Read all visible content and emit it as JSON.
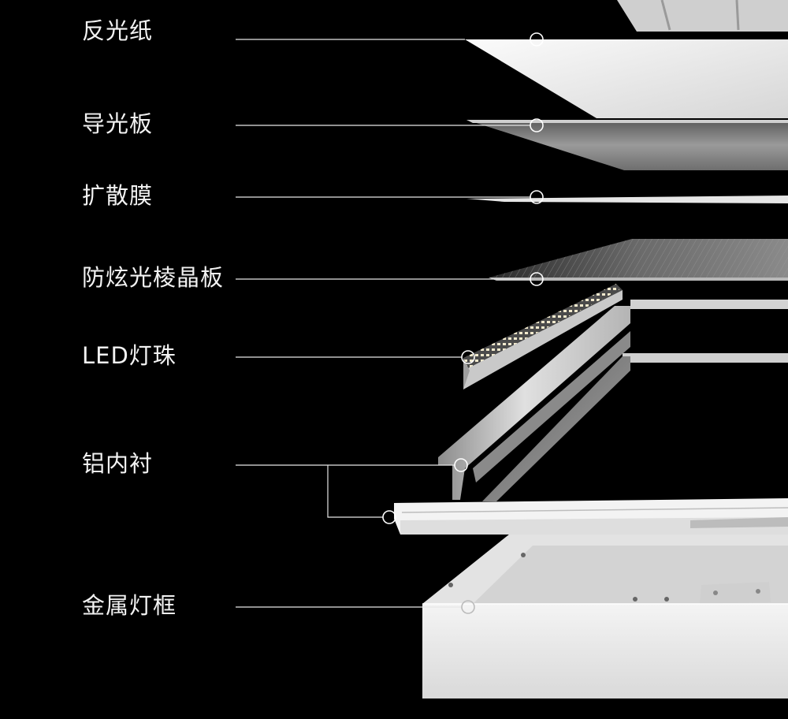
{
  "layers": [
    {
      "id": "reflective-paper",
      "label": "反光纸"
    },
    {
      "id": "light-guide-plate",
      "label": "导光板"
    },
    {
      "id": "diffuser-film",
      "label": "扩散膜"
    },
    {
      "id": "anti-glare-prism-plate",
      "label": "防炫光棱晶板"
    },
    {
      "id": "led-beads",
      "label": "LED灯珠"
    },
    {
      "id": "aluminum-liner",
      "label": "铝内衬"
    },
    {
      "id": "metal-lamp-frame",
      "label": "金属灯框"
    }
  ],
  "colors": {
    "background": "#000000",
    "label_text": "#f2f2f2",
    "leader_line": "#e6e6e6"
  }
}
